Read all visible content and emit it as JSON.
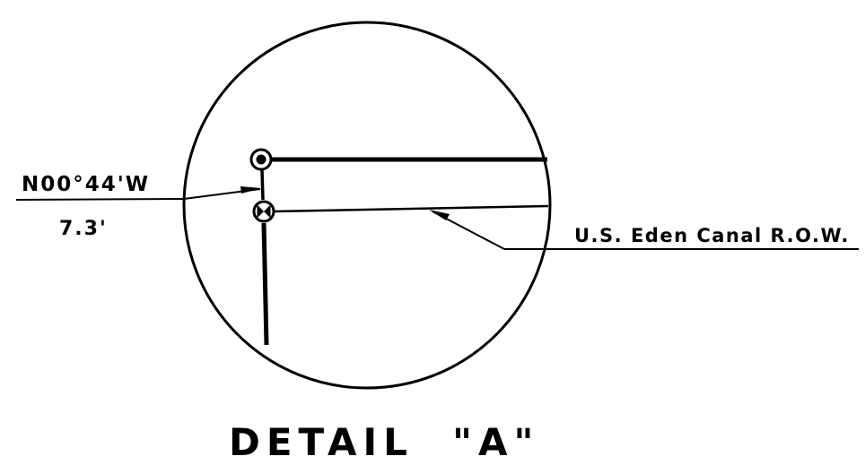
{
  "detail": {
    "bearing_label": "N00°44'W",
    "distance_label": "7.3'",
    "row_label": "U.S. Eden Canal R.O.W.",
    "title": "DETAIL  \"A\""
  },
  "style": {
    "ink_color": "#000000",
    "paper_color": "#ffffff"
  },
  "symbols": [
    {
      "name": "found-monument",
      "icon": "circle-dot-icon"
    },
    {
      "name": "set-monument",
      "icon": "circle-cross-icon"
    }
  ]
}
